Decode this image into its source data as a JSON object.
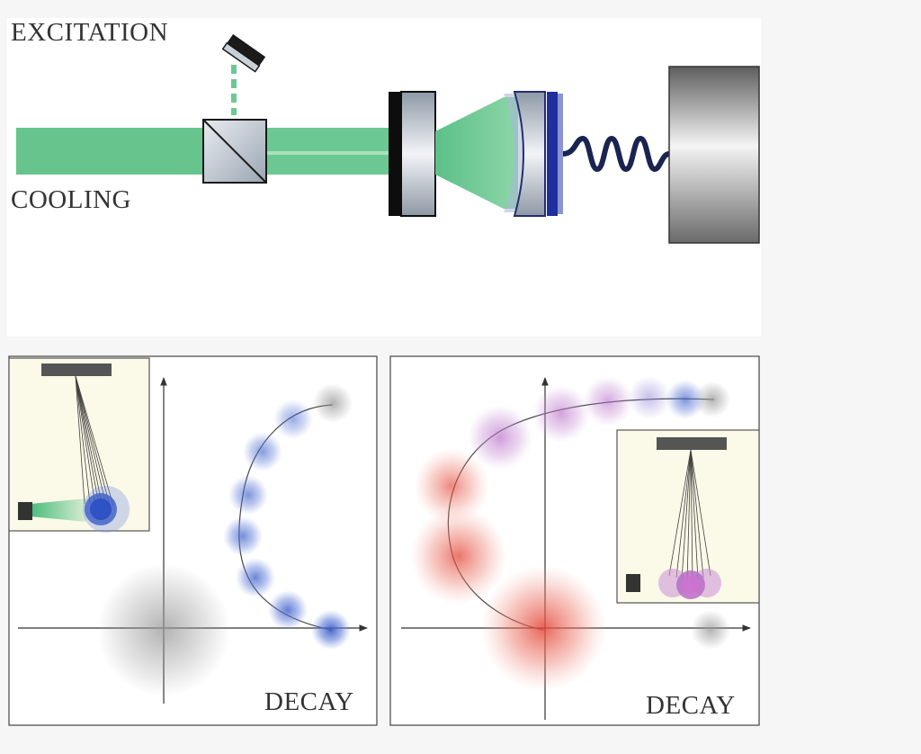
{
  "labels": {
    "excitation": "EXCITATION",
    "cooling": "COOLING",
    "decay_left": "DECAY",
    "decay_right": "DECAY"
  },
  "colors": {
    "beam_green": "#66c48c",
    "mirror_blue": "#1f2f9e",
    "spring_navy": "#1a2450",
    "state_blue": "#3c5ec8",
    "state_red": "#e45a4a",
    "state_purple": "#b86cc8",
    "inset_bg": "#fbf9e8"
  }
}
